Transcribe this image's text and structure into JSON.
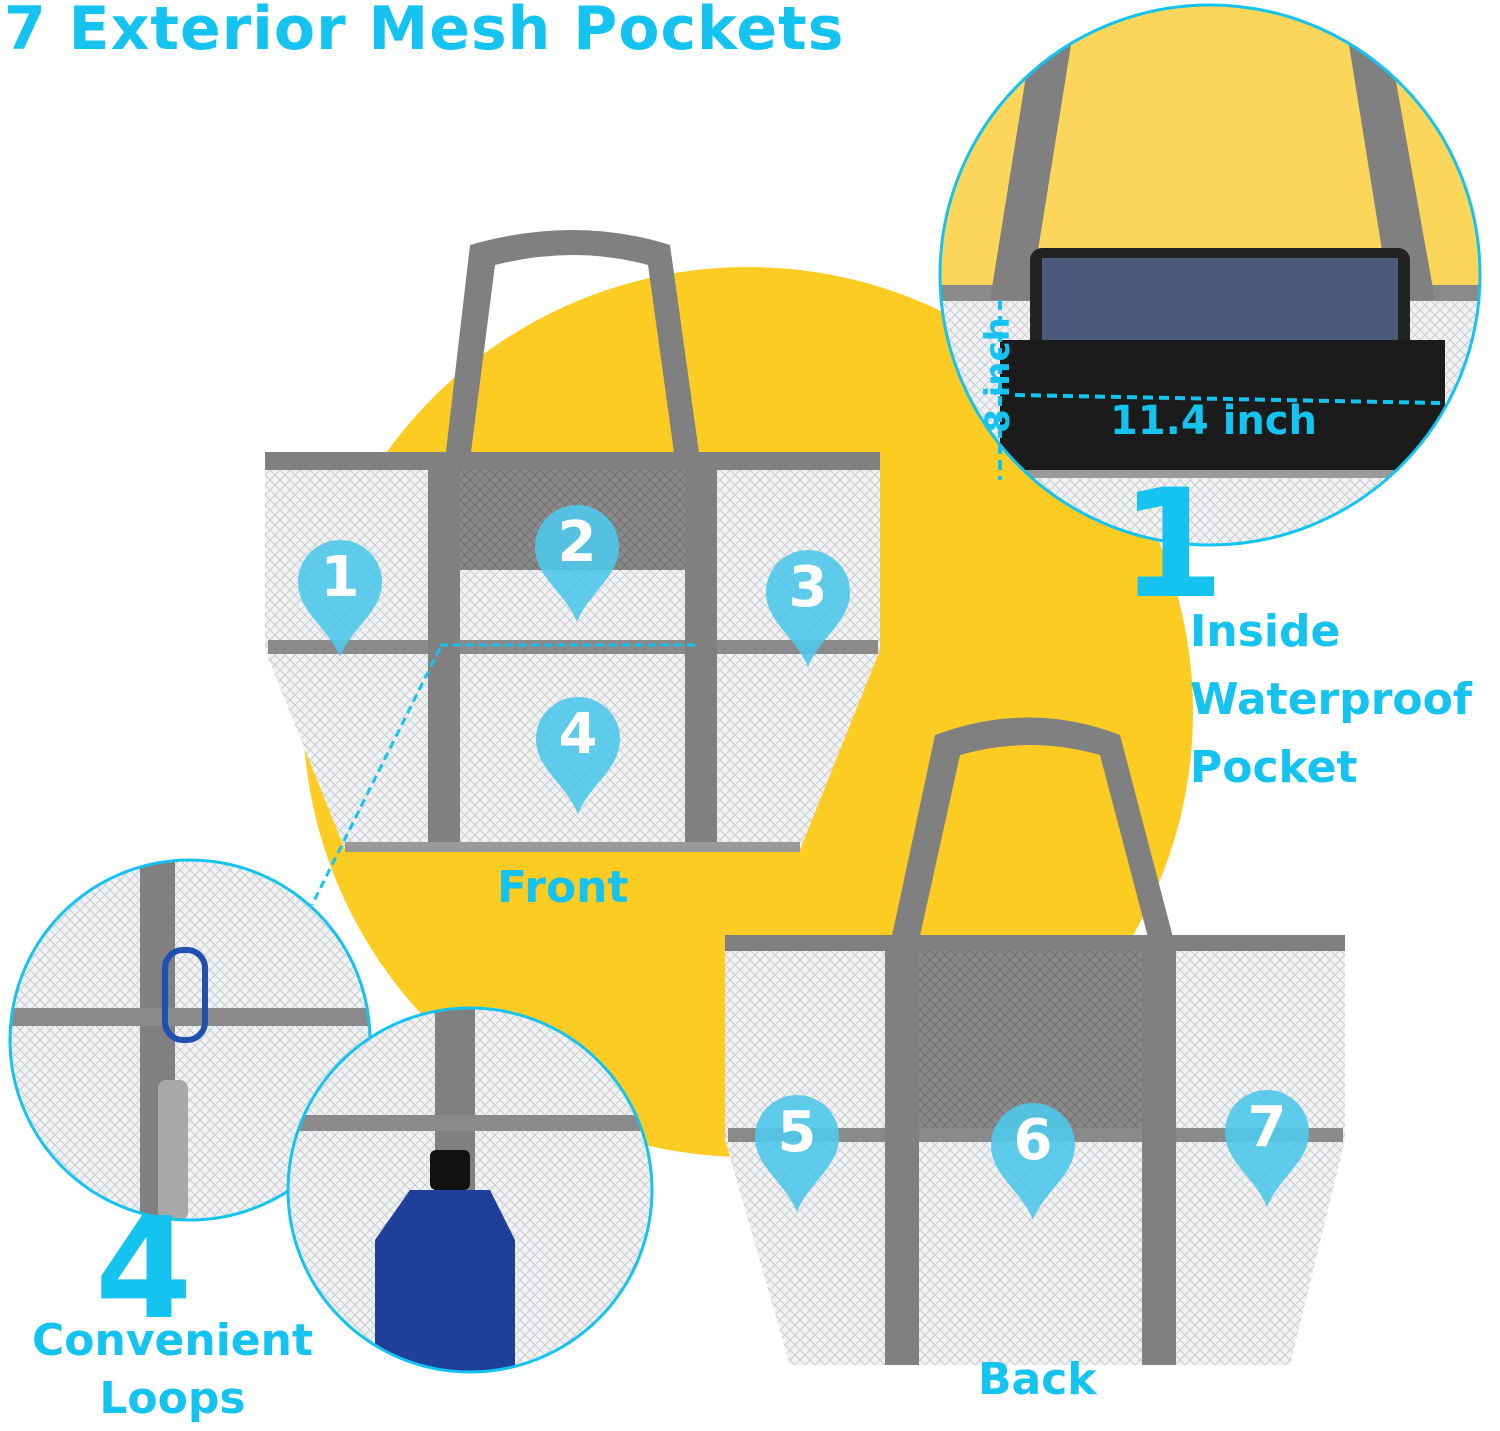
{
  "title": "7 Exterior Mesh Pockets",
  "views": {
    "front": "Front",
    "back": "Back"
  },
  "inside_pocket": {
    "count": "1",
    "line1": "Inside",
    "line2": "Waterproof",
    "line3": "Pocket",
    "width": "11.4 inch",
    "height": "8 inch"
  },
  "loops": {
    "count": "4",
    "line1": "Convenient",
    "line2": "Loops"
  },
  "pocket_markers": [
    "1",
    "2",
    "3",
    "4",
    "5",
    "6",
    "7"
  ],
  "colors": {
    "accent": "#14c3f0",
    "yellow": "#fccc22",
    "strap": "#808080"
  }
}
